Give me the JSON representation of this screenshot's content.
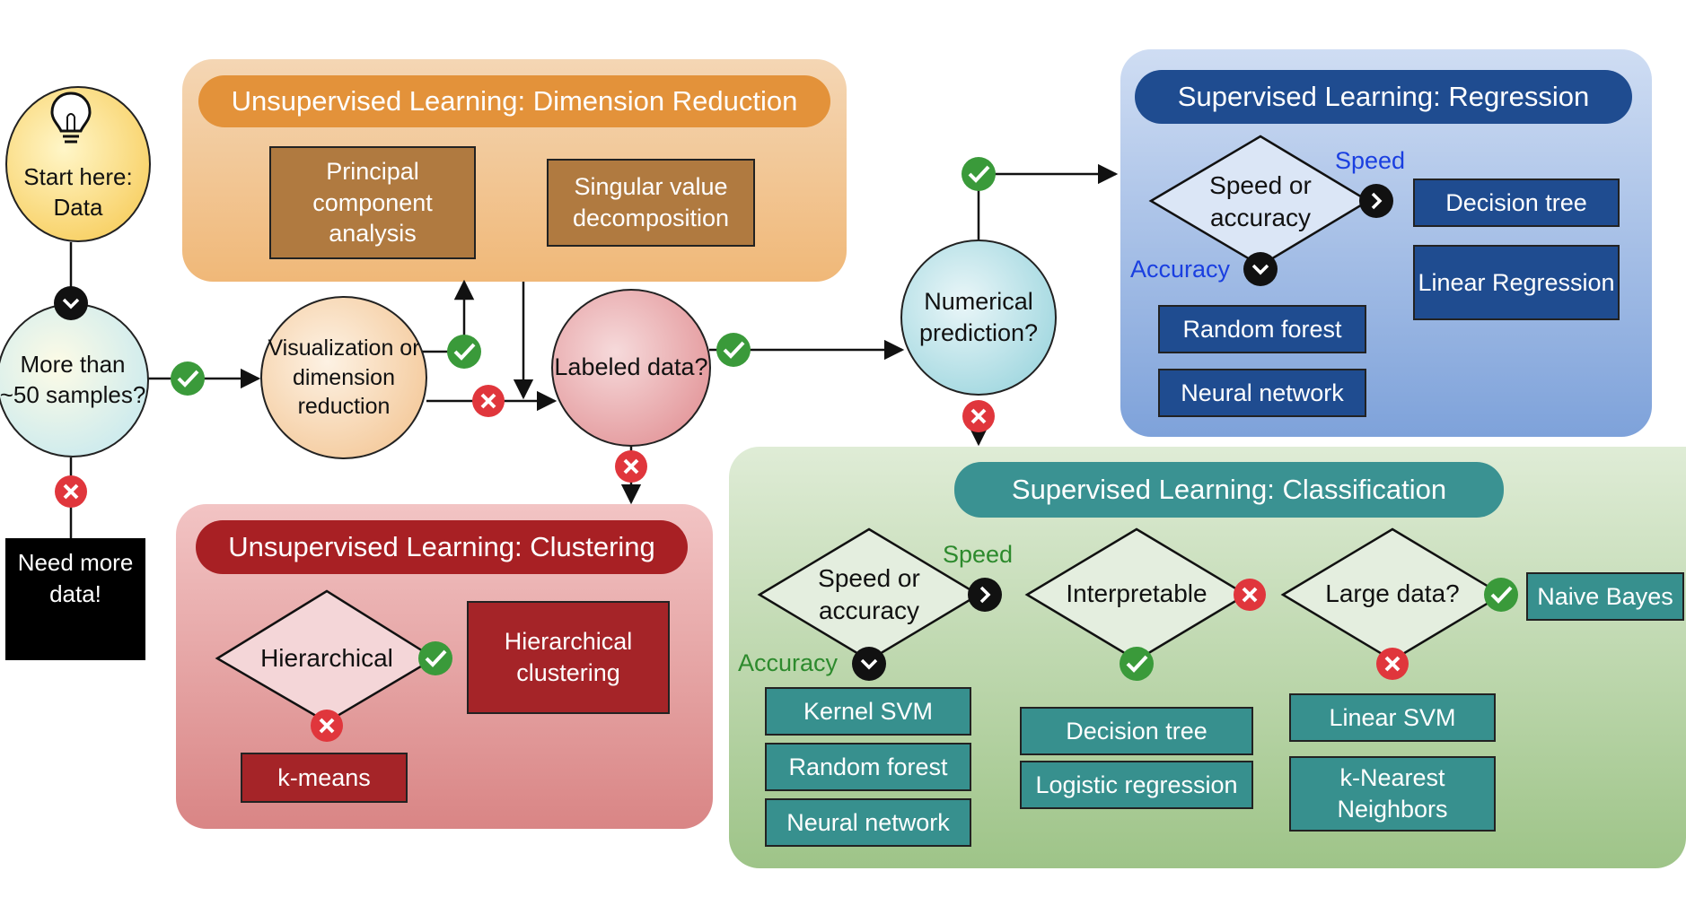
{
  "panels": {
    "dimension_reduction": {
      "title": "Unsupervised Learning: Dimension Reduction",
      "methods": [
        "Principal component analysis",
        "Singular value decomposition"
      ]
    },
    "clustering": {
      "title": "Unsupervised Learning: Clustering",
      "question": "Hierarchical",
      "methods": [
        "Hierarchical clustering",
        "k-means"
      ]
    },
    "regression": {
      "title": "Supervised Learning: Regression",
      "question": "Speed or accuracy",
      "speed_label": "Speed",
      "accuracy_label": "Accuracy",
      "speed_methods": [
        "Decision tree",
        "Linear Regression"
      ],
      "accuracy_methods": [
        "Random forest",
        "Neural network"
      ]
    },
    "classification": {
      "title": "Supervised Learning: Classification",
      "q1": "Speed or accuracy",
      "q2": "Interpretable",
      "q3": "Large data?",
      "speed_label": "Speed",
      "accuracy_label": "Accuracy",
      "accuracy_methods": [
        "Kernel SVM",
        "Random forest",
        "Neural network"
      ],
      "interpretable_methods": [
        "Decision tree",
        "Logistic regression"
      ],
      "large_data_yes": "Naive Bayes",
      "large_data_no": [
        "Linear SVM",
        "k-Nearest Neighbors"
      ]
    }
  },
  "nodes": {
    "start": "Start here: Data",
    "samples": "More than ~50 samples?",
    "need_more": "Need more data!",
    "visualization": "Visualization or dimension reduction",
    "labeled": "Labeled data?",
    "numerical": "Numerical prediction?"
  },
  "colors": {
    "yes_badge": "#3a9a3a",
    "no_badge": "#e0363c",
    "speed_text_regression": "#1a3fe0",
    "speed_text_classification": "#2d8a2d"
  }
}
